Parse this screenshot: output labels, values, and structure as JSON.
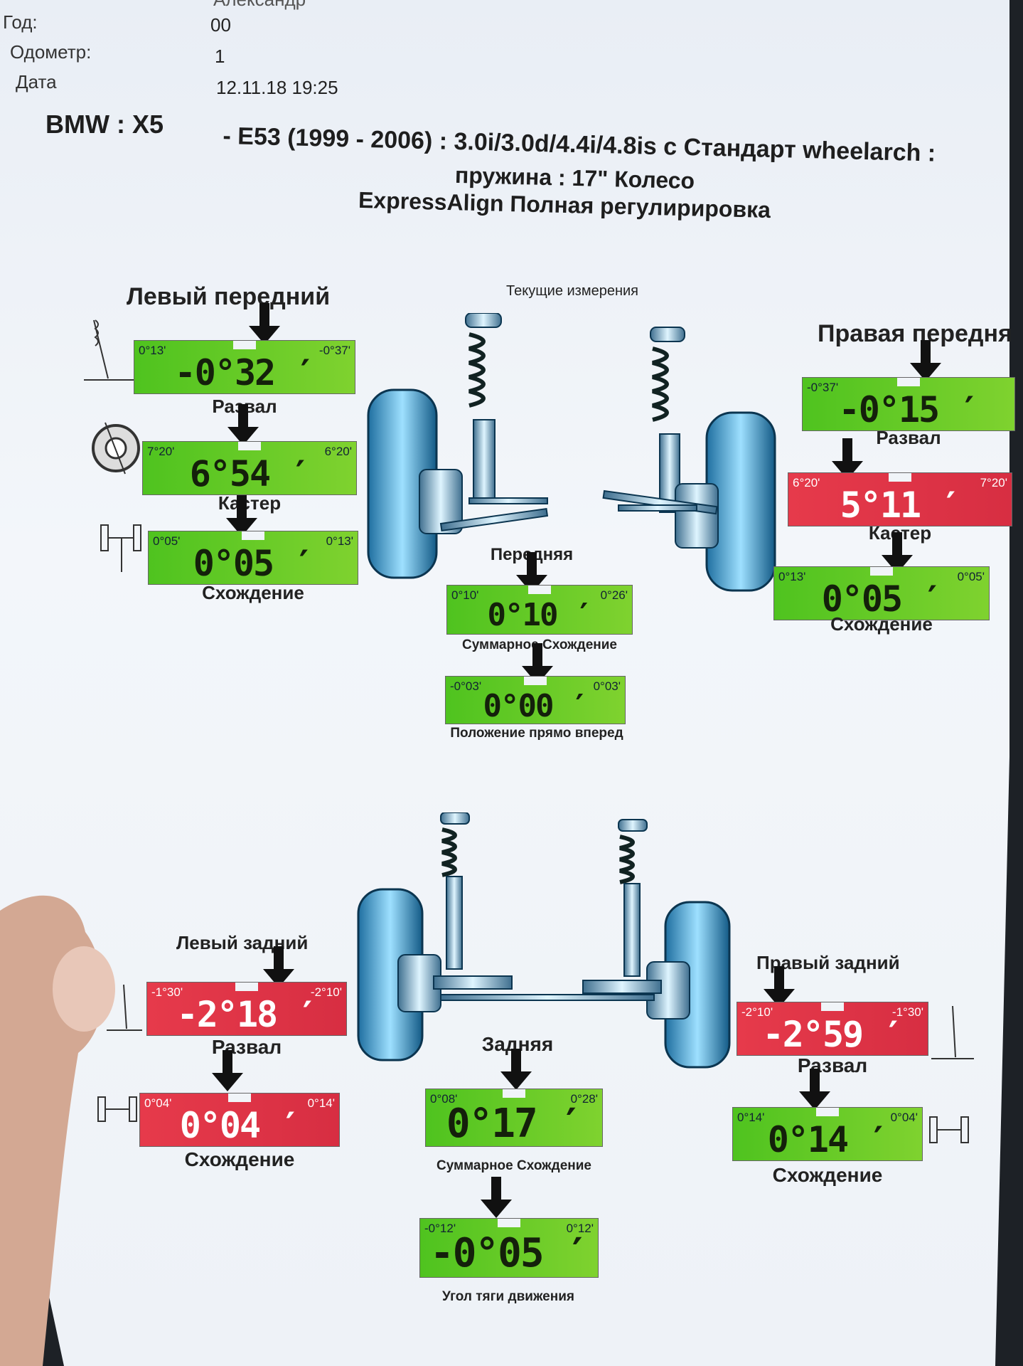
{
  "header": {
    "owner_value": "Александр",
    "year_label": "Год:",
    "year_value": "00",
    "odometer_label": "Одометр:",
    "odometer_value": "1",
    "date_label": "Дата",
    "date_value": "12.11.18 19:25"
  },
  "vehicle": {
    "make_model": "BMW : X5",
    "spec_line1": "- E53 (1999 - 2006) : 3.0i/3.0d/4.4i/4.8is с Стандарт wheelarch :",
    "spec_line2": "пружина : 17\" Колесо",
    "spec_line3": "ExpressAlign Полная регулирировка"
  },
  "current_label": "Текущие измерения",
  "front_left": {
    "title": "Левый передний",
    "camber": {
      "label": "Развал",
      "min": "0°13'",
      "max": "-0°37'",
      "value": "-0°32",
      "status": "ok"
    },
    "caster": {
      "label": "Кастер",
      "min": "7°20'",
      "max": "6°20'",
      "value": "6°54",
      "status": "ok"
    },
    "toe": {
      "label": "Схождение",
      "min": "0°05'",
      "max": "0°13'",
      "value": "0°05",
      "status": "ok"
    }
  },
  "front_right": {
    "title": "Правая передня",
    "camber": {
      "label": "Развал",
      "min": "-0°37'",
      "max": "",
      "value": "-0°15",
      "status": "ok"
    },
    "caster": {
      "label": "Кастер",
      "min": "6°20'",
      "max": "7°20'",
      "value": "5°11",
      "status": "bad"
    },
    "toe": {
      "label": "Схождение",
      "min": "0°13'",
      "max": "0°05'",
      "value": "0°05",
      "status": "ok"
    }
  },
  "front_axle": {
    "title": "Передняя",
    "total_toe": {
      "label": "Суммарное Схождение",
      "min": "0°10'",
      "max": "0°26'",
      "value": "0°10",
      "status": "ok"
    },
    "straight": {
      "label": "Положение прямо вперед",
      "min": "-0°03'",
      "max": "0°03'",
      "value": "0°00",
      "status": "ok"
    }
  },
  "rear_left": {
    "title": "Левый задний",
    "camber": {
      "label": "Развал",
      "min": "-1°30'",
      "max": "-2°10'",
      "value": "-2°18",
      "status": "bad"
    },
    "toe": {
      "label": "Схождение",
      "min": "0°04'",
      "max": "0°14'",
      "value": "0°04",
      "status": "bad"
    }
  },
  "rear_right": {
    "title": "Правый задний",
    "camber": {
      "label": "Развал",
      "min": "-2°10'",
      "max": "-1°30'",
      "value": "-2°59",
      "status": "bad"
    },
    "toe": {
      "label": "Схождение",
      "min": "0°14'",
      "max": "0°04'",
      "value": "0°14",
      "status": "ok"
    }
  },
  "rear_axle": {
    "title": "Задняя",
    "total_toe": {
      "label": "Суммарное Схождение",
      "min": "0°08'",
      "max": "0°28'",
      "value": "0°17",
      "status": "ok"
    },
    "thrust": {
      "label": "Угол тяги движения",
      "min": "-0°12'",
      "max": "0°12'",
      "value": "-0°05",
      "status": "ok"
    }
  }
}
